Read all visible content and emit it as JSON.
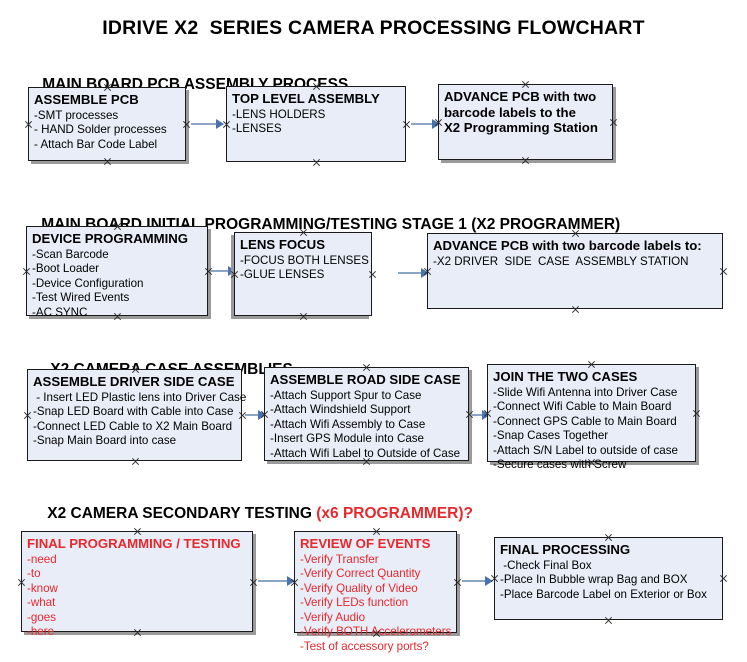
{
  "document": {
    "title": "IDRIVE X2  SERIES CAMERA PROCESSING FLOWCHART"
  },
  "colors": {
    "box_fill": "#e8edf7",
    "box_border": "#1a1a1a",
    "arrow": "#8ba5c4",
    "arrowhead": "#4a72b0",
    "red_text": "#e8282d",
    "shadow": "#9a9a9a",
    "background": "#ffffff"
  },
  "sections": [
    {
      "heading": "MAIN BOARD PCB ASSEMBLY PROCESS",
      "heading_accent": "",
      "boxes": [
        {
          "title": "ASSEMBLE PCB",
          "lines": [
            "-SMT processes",
            "- HAND Solder processes",
            "- Attach Bar Code Label"
          ]
        },
        {
          "title": "TOP LEVEL ASSEMBLY",
          "lines": [
            "-LENS HOLDERS",
            "-LENSES"
          ]
        },
        {
          "title": "ADVANCE PCB with two\nbarcode labels to the\n X2 Programming Station",
          "lines": []
        }
      ]
    },
    {
      "heading": "MAIN BOARD INITIAL PROGRAMMING/TESTING STAGE 1 (X2 PROGRAMMER)",
      "heading_accent": "",
      "boxes": [
        {
          "title": "DEVICE PROGRAMMING",
          "lines": [
            "-Scan Barcode",
            "-Boot Loader",
            "-Device Configuration",
            "-Test Wired Events",
            "-AC SYNC"
          ]
        },
        {
          "title": "LENS FOCUS",
          "lines": [
            "-FOCUS BOTH LENSES",
            "-GLUE LENSES"
          ]
        },
        {
          "title": "ADVANCE PCB with two barcode labels to:",
          "lines": [
            "-X2 DRIVER  SIDE  CASE  ASSEMBLY STATION"
          ]
        }
      ]
    },
    {
      "heading": "X2 CAMERA CASE ASSEMBLIES",
      "heading_accent": "",
      "boxes": [
        {
          "title": "ASSEMBLE DRIVER SIDE CASE",
          "lines": [
            " - Insert LED Plastic lens into Driver Case",
            "-Snap LED Board with Cable into Case",
            "-Connect LED Cable to X2 Main Board",
            "-Snap Main Board into case"
          ]
        },
        {
          "title": "ASSEMBLE ROAD SIDE CASE",
          "lines": [
            "-Attach Support Spur to Case",
            "-Attach Windshield Support",
            "-Attach Wifi Assembly to Case",
            "-Insert GPS Module into Case",
            "-Attach Wifi Label to Outside of Case"
          ]
        },
        {
          "title": "JOIN THE TWO CASES",
          "lines": [
            "-Slide Wifi Antenna into Driver Case",
            "-Connect Wifi Cable to Main Board",
            "-Connect GPS Cable to Main Board",
            "-Snap Cases Together",
            "-Attach S/N Label to outside of case",
            "-Secure cases with Screw"
          ]
        }
      ]
    },
    {
      "heading": "X2 CAMERA SECONDARY TESTING ",
      "heading_accent": "(x6 PROGRAMMER)?",
      "boxes": [
        {
          "title": "FINAL PROGRAMMING / TESTING",
          "lines": [
            "-need",
            "-to",
            "-know",
            "-what",
            "-goes",
            "-here"
          ]
        },
        {
          "title": "REVIEW OF EVENTS",
          "lines": [
            "-Verify Transfer",
            "-Verify Correct Quantity",
            "-Verify Quality of Video",
            "-Verify LEDs function",
            "-Verify Audio",
            "-Verify BOTH Accelerometers",
            "-Test of accessory ports?"
          ]
        },
        {
          "title": "FINAL PROCESSING",
          "lines": [
            " -Check Final Box",
            "-Place In Bubble wrap Bag and BOX",
            "-Place Barcode Label on Exterior or Box"
          ]
        }
      ]
    }
  ]
}
